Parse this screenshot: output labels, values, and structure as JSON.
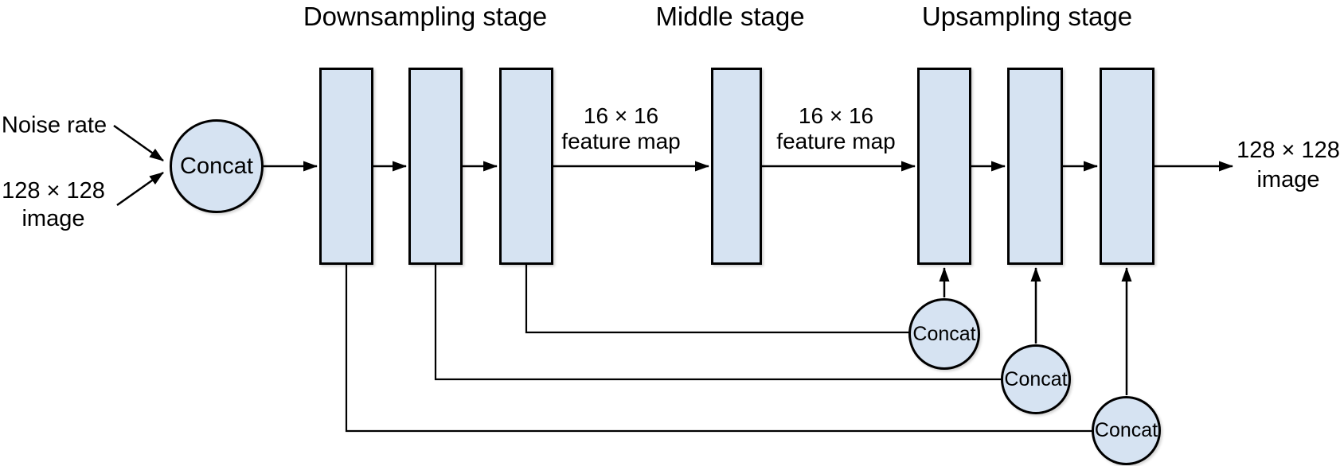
{
  "titles": {
    "downsampling": "Downsampling stage",
    "middle": "Middle stage",
    "upsampling": "Upsampling stage"
  },
  "input_labels": {
    "noise_rate": "Noise rate",
    "image_size": "128 × 128",
    "image_word": "image"
  },
  "output_label": {
    "size": "128 × 128",
    "word": "image"
  },
  "feature_map_labels": {
    "left": {
      "line1": "16 × 16",
      "line2": "feature map"
    },
    "right": {
      "line1": "16 × 16",
      "line2": "feature map"
    }
  },
  "concat_label": "Concat",
  "stages": {
    "downsampling_blocks": 3,
    "middle_blocks": 1,
    "upsampling_blocks": 3
  },
  "colors": {
    "node_fill": "#d6e3f2",
    "node_border": "#000000",
    "line": "#000000",
    "text": "#000000",
    "background": "#ffffff"
  }
}
